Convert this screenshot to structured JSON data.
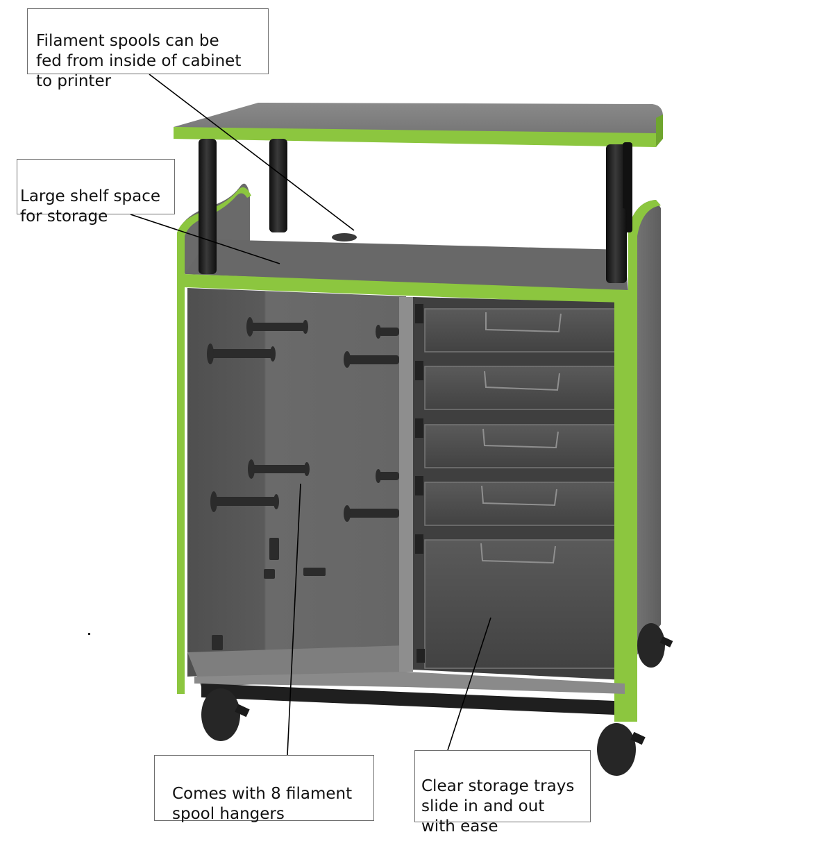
{
  "figure": {
    "subject": "Mobile 3D printer cabinet with filament storage",
    "colors": {
      "edge_trim": "#8cc63f",
      "edge_trim_dark": "#6fa52e",
      "panel_gray": "#6b6b6b",
      "panel_light": "#8a8a8a",
      "interior_gray": "#5c5c5c",
      "posts_black": "#1a1a1a",
      "casters": "#2a2a2a",
      "tray_tint": "#4a4a4a",
      "callout_border": "#6e6e6e",
      "leader_line": "#000000"
    },
    "counts": {
      "spool_hangers": 8,
      "storage_trays": 5,
      "casters": 4,
      "support_posts": 4
    }
  },
  "callouts": [
    {
      "id": "filament-feed",
      "text": "Filament spools can be\nfed from inside of cabinet\nto printer"
    },
    {
      "id": "shelf-space",
      "text": "Large shelf space\nfor storage"
    },
    {
      "id": "spool-hangers",
      "text": "Comes with 8 filament\nspool hangers"
    },
    {
      "id": "storage-trays",
      "text": "Clear storage trays\nslide in and out\nwith ease"
    }
  ]
}
